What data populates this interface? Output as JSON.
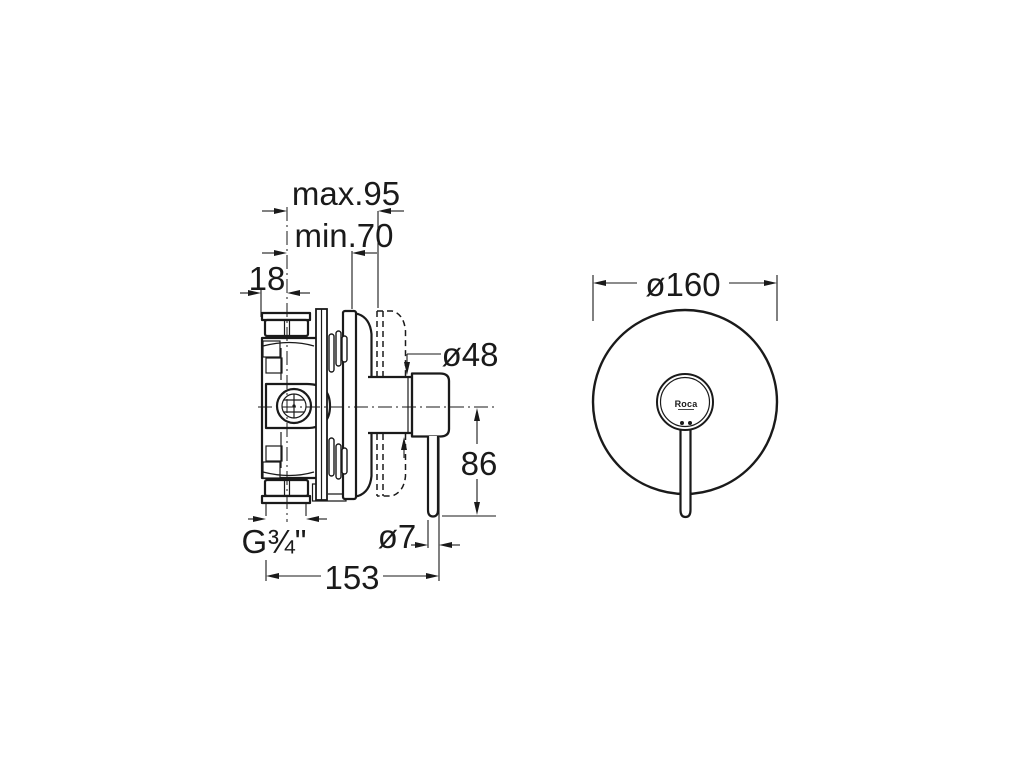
{
  "colors": {
    "line": "#1a1a1a",
    "background": "#ffffff"
  },
  "side_view": {
    "labels": {
      "max_recess_depth": "max.95",
      "min_recess_depth": "min.70",
      "inlet_offset": "18",
      "thread_size": "G¾\"",
      "lever_rod_diameter": "ø7",
      "overall_depth": "153",
      "lever_drop": "86",
      "trim_sleeve_diameter": "ø48"
    }
  },
  "front_view": {
    "labels": {
      "escutcheon_diameter": "ø160",
      "brand": "Roca"
    }
  }
}
